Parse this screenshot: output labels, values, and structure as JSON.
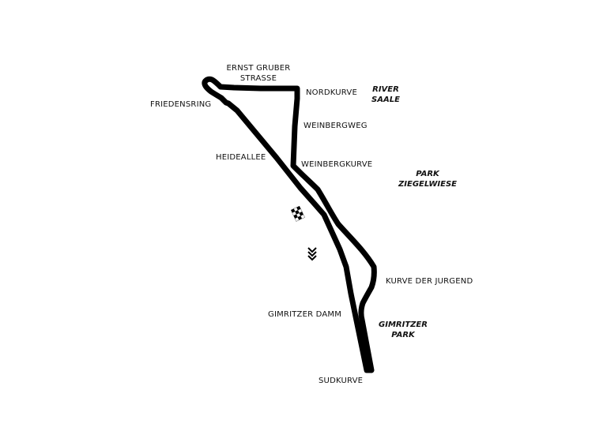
{
  "map": {
    "track_color": "#000000",
    "background": "#ffffff",
    "corners": {
      "ernst_gruber_line1": "ERNST GRUBER",
      "ernst_gruber_line2": "STRASSE",
      "nordkurve": "NORDKURVE",
      "friedensring": "FRIEDENSRING",
      "weinbergweg": "WEINBERGWEG",
      "heideallee": "HEIDEALLEE",
      "weinbergkurve": "WEINBERGKURVE",
      "kurve_der_jurgend": "KURVE DER JURGEND",
      "gimritzer_damm": "GIMRITZER DAMM",
      "sudkurve": "SUDKURVE"
    },
    "areas": {
      "river_line1": "RIVER",
      "river_line2": "SAALE",
      "park_line1": "PARK",
      "park_line2": "ZIEGELWIESE",
      "gimritzer_line1": "GIMRITZER",
      "gimritzer_line2": "PARK"
    },
    "icons": {
      "start_finish": "checkered-flag-icon",
      "direction": "chevron-down-icon"
    }
  }
}
